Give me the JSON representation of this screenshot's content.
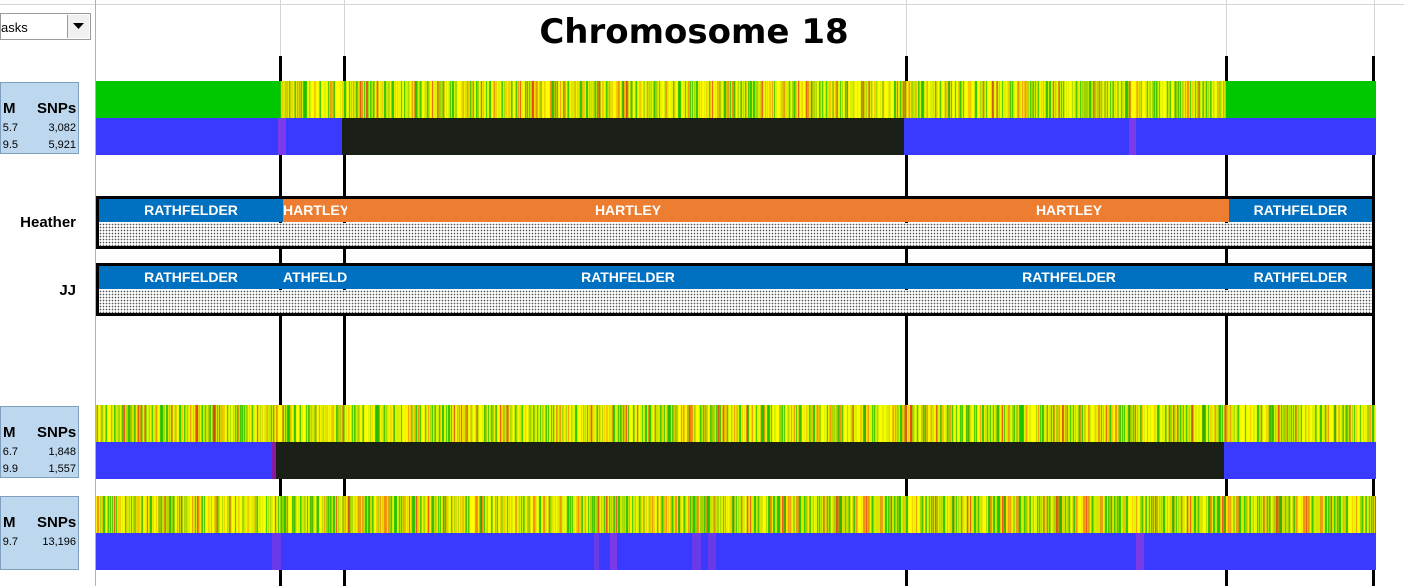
{
  "toolbar": {
    "dropdown_value": "asks"
  },
  "header": {
    "title": "Chromosome 18"
  },
  "colors": {
    "match_green": "#00c800",
    "segment_blue": "#3a3aff",
    "segment_black": "#1a1f18",
    "band_blue": "#0070c0",
    "band_orange": "#ed7d31",
    "stats_fill": "#bdd7ee"
  },
  "stat_boxes": [
    {
      "col1_head": "M",
      "col2_head": "SNPs",
      "rows": [
        [
          "5.7",
          "3,082"
        ],
        [
          "9.5",
          "5,921"
        ]
      ]
    },
    {
      "col1_head": "M",
      "col2_head": "SNPs",
      "rows": [
        [
          "6.7",
          "1,848"
        ],
        [
          "9.9",
          "1,557"
        ]
      ]
    },
    {
      "col1_head": "M",
      "col2_head": "SNPs",
      "rows": [
        [
          "9.7",
          "13,196"
        ]
      ]
    }
  ],
  "people": [
    {
      "name": "Heather",
      "bands": [
        {
          "label": "RATHFELDER",
          "color": "blue"
        },
        {
          "label": "HARTLEY",
          "color": "orange"
        },
        {
          "label": "HARTLEY",
          "color": "orange"
        },
        {
          "label": "HARTLEY",
          "color": "orange"
        },
        {
          "label": "RATHFELDER",
          "color": "blue"
        }
      ]
    },
    {
      "name": "JJ",
      "bands": [
        {
          "label": "RATHFELDER",
          "color": "blue"
        },
        {
          "label": "ATHFELD",
          "color": "blue"
        },
        {
          "label": "RATHFELDER",
          "color": "blue"
        },
        {
          "label": "RATHFELDER",
          "color": "blue"
        },
        {
          "label": "RATHFELDER",
          "color": "blue"
        }
      ]
    }
  ]
}
